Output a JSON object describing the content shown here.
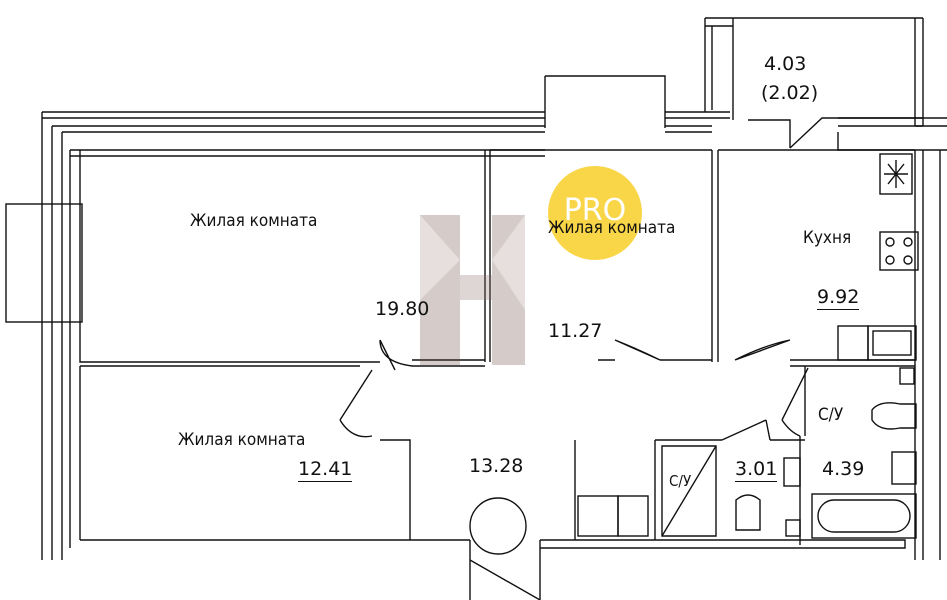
{
  "rooms": [
    {
      "name": "Жилая комната",
      "area": "19.80"
    },
    {
      "name": "Жилая комната",
      "area": "11.27"
    },
    {
      "name": "Кухня",
      "area": "9.92"
    },
    {
      "name": "Жилая комната",
      "area": "12.41"
    },
    {
      "name": "",
      "area": "13.28"
    },
    {
      "name": "С/У",
      "area": "3.01"
    },
    {
      "name": "С/У",
      "area": "4.39"
    }
  ],
  "balcony": {
    "area": "4.03",
    "area_reduced": "(2.02)"
  },
  "watermark": {
    "badge": "PRO",
    "badge_color": "#f7c600"
  }
}
